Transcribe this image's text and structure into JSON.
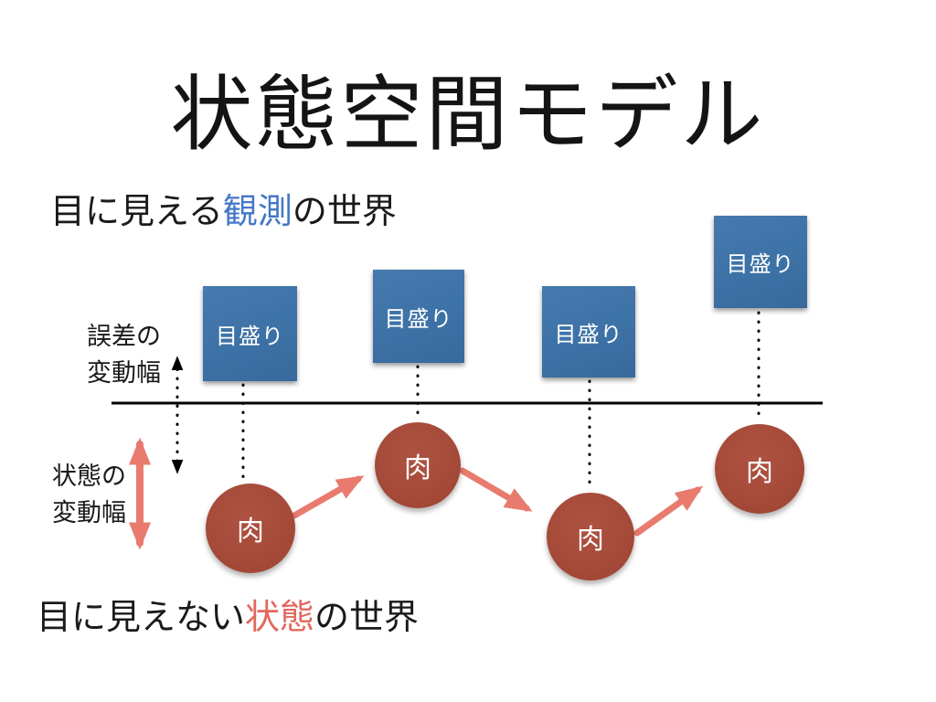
{
  "slide": {
    "title": "状態空間モデル",
    "observed_world": {
      "prefix": "目に見える",
      "highlight": "観測",
      "suffix": "の世界"
    },
    "hidden_world": {
      "prefix": "目に見えない",
      "highlight": "状態",
      "suffix": "の世界"
    },
    "side_labels": {
      "error_range": {
        "line1": "誤差の",
        "line2": "変動幅"
      },
      "state_range": {
        "line1": "状態の",
        "line2": "変動幅"
      }
    }
  },
  "diagram": {
    "observation_nodes": [
      {
        "label": "目盛り"
      },
      {
        "label": "目盛り"
      },
      {
        "label": "目盛り"
      },
      {
        "label": "目盛り"
      }
    ],
    "state_nodes": [
      {
        "label": "肉"
      },
      {
        "label": "肉"
      },
      {
        "label": "肉"
      },
      {
        "label": "肉"
      }
    ],
    "colors": {
      "background": "#ffffff",
      "title_text": "#141414",
      "observation_highlight": "#4377c8",
      "state_highlight": "#e2685d",
      "observation_box": "#3d72a6",
      "observation_box_text": "#ffffff",
      "state_circle": "#a64b39",
      "state_circle_text": "#ffffff",
      "transition_arrow": "#e87b6e",
      "state_range_arrow": "#e87b6e",
      "error_range_arrow": "#000000",
      "separator_line": "#000000",
      "dotted_connector": "#000000"
    }
  }
}
